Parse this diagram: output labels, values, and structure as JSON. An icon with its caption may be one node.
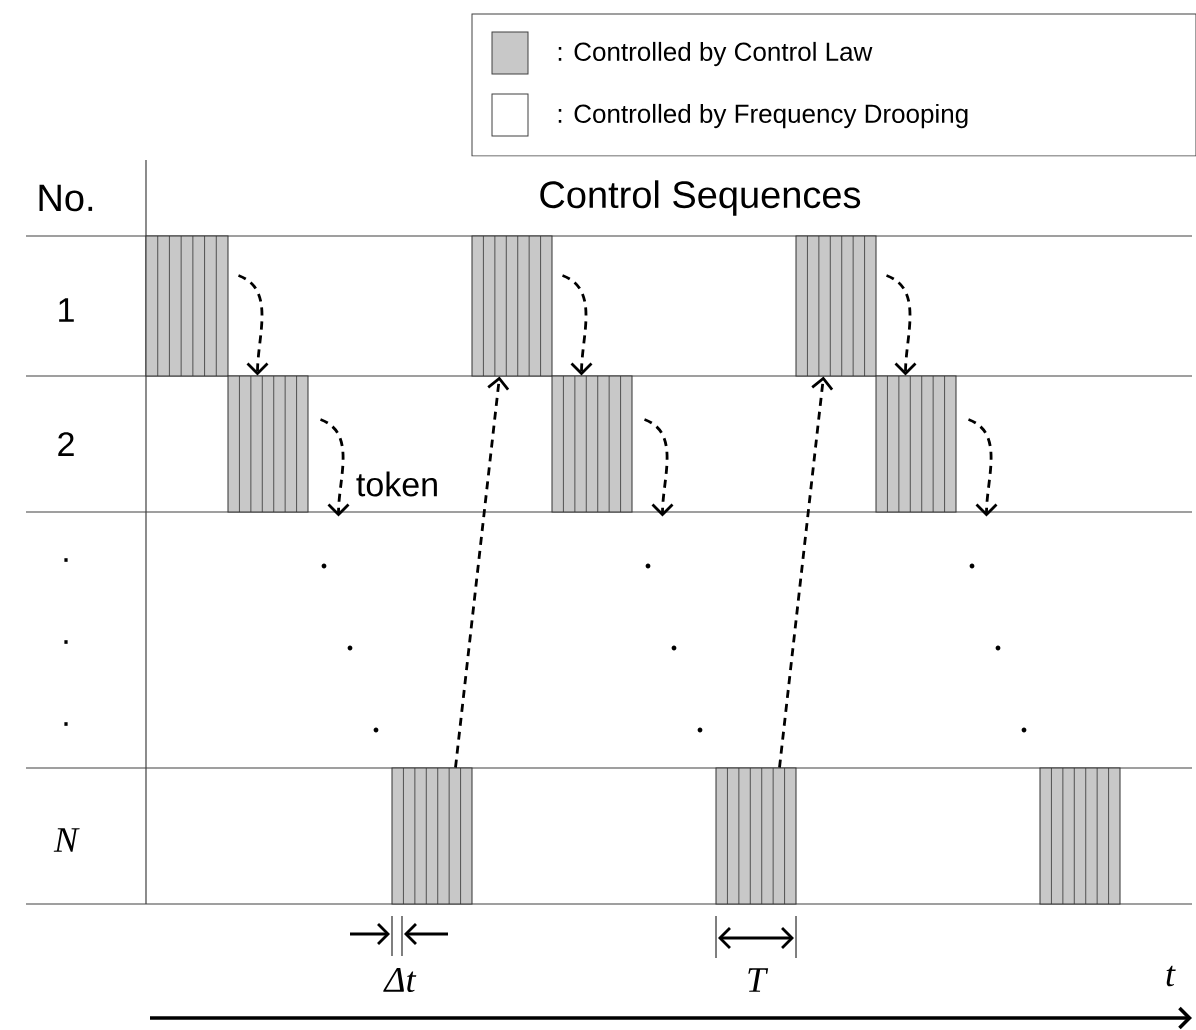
{
  "diagram": {
    "nodes": [
      {
        "text": [],
        "shape": "bar"
      },
      {
        "text": [],
        "shape": "bar"
      },
      {
        "text": [],
        "shape": "bar"
      },
      {
        "text": [],
        "shape": "bar"
      },
      {
        "text": [],
        "shape": "bar"
      },
      {
        "text": [],
        "shape": "bar"
      },
      {
        "text": [],
        "shape": "bar"
      },
      {
        "text": [],
        "shape": "bar"
      },
      {
        "text": [],
        "shape": "bar"
      }
    ],
    "edges": [
      {
        "from": 0,
        "to": 3,
        "arrow": "to",
        "style": "dashed"
      },
      {
        "from": 3,
        "to": null,
        "arrow": "to",
        "style": "dashed",
        "label": "token"
      },
      {
        "from": 1,
        "to": 4,
        "arrow": "to",
        "style": "dashed"
      },
      {
        "from": 4,
        "to": null,
        "arrow": "to",
        "style": "dashed"
      },
      {
        "from": 2,
        "to": 5,
        "arrow": "to",
        "style": "dashed"
      },
      {
        "from": 5,
        "to": null,
        "arrow": "to",
        "style": "dashed"
      },
      {
        "from": 6,
        "to": 1,
        "arrow": "to",
        "style": "dashed"
      },
      {
        "from": 7,
        "to": 2,
        "arrow": "to",
        "style": "dashed"
      }
    ],
    "labels": [
      "No.",
      "Control Sequences",
      "1",
      "2",
      ".",
      ".",
      ".",
      "N",
      "Δt",
      "T",
      "t"
    ],
    "legend": [
      {
        "text": ": Controlled by Control Law",
        "color": "#c8c8c8"
      },
      {
        "text": ": Controlled by Frequency Drooping"
      }
    ]
  }
}
